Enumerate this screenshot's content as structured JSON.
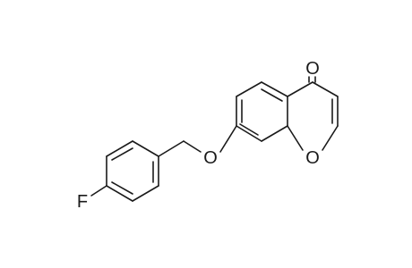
{
  "molecule": {
    "atoms": {
      "carbonyl_oxygen": "O",
      "ether_oxygen": "O",
      "ring_oxygen": "O",
      "fluorine": "F"
    }
  }
}
